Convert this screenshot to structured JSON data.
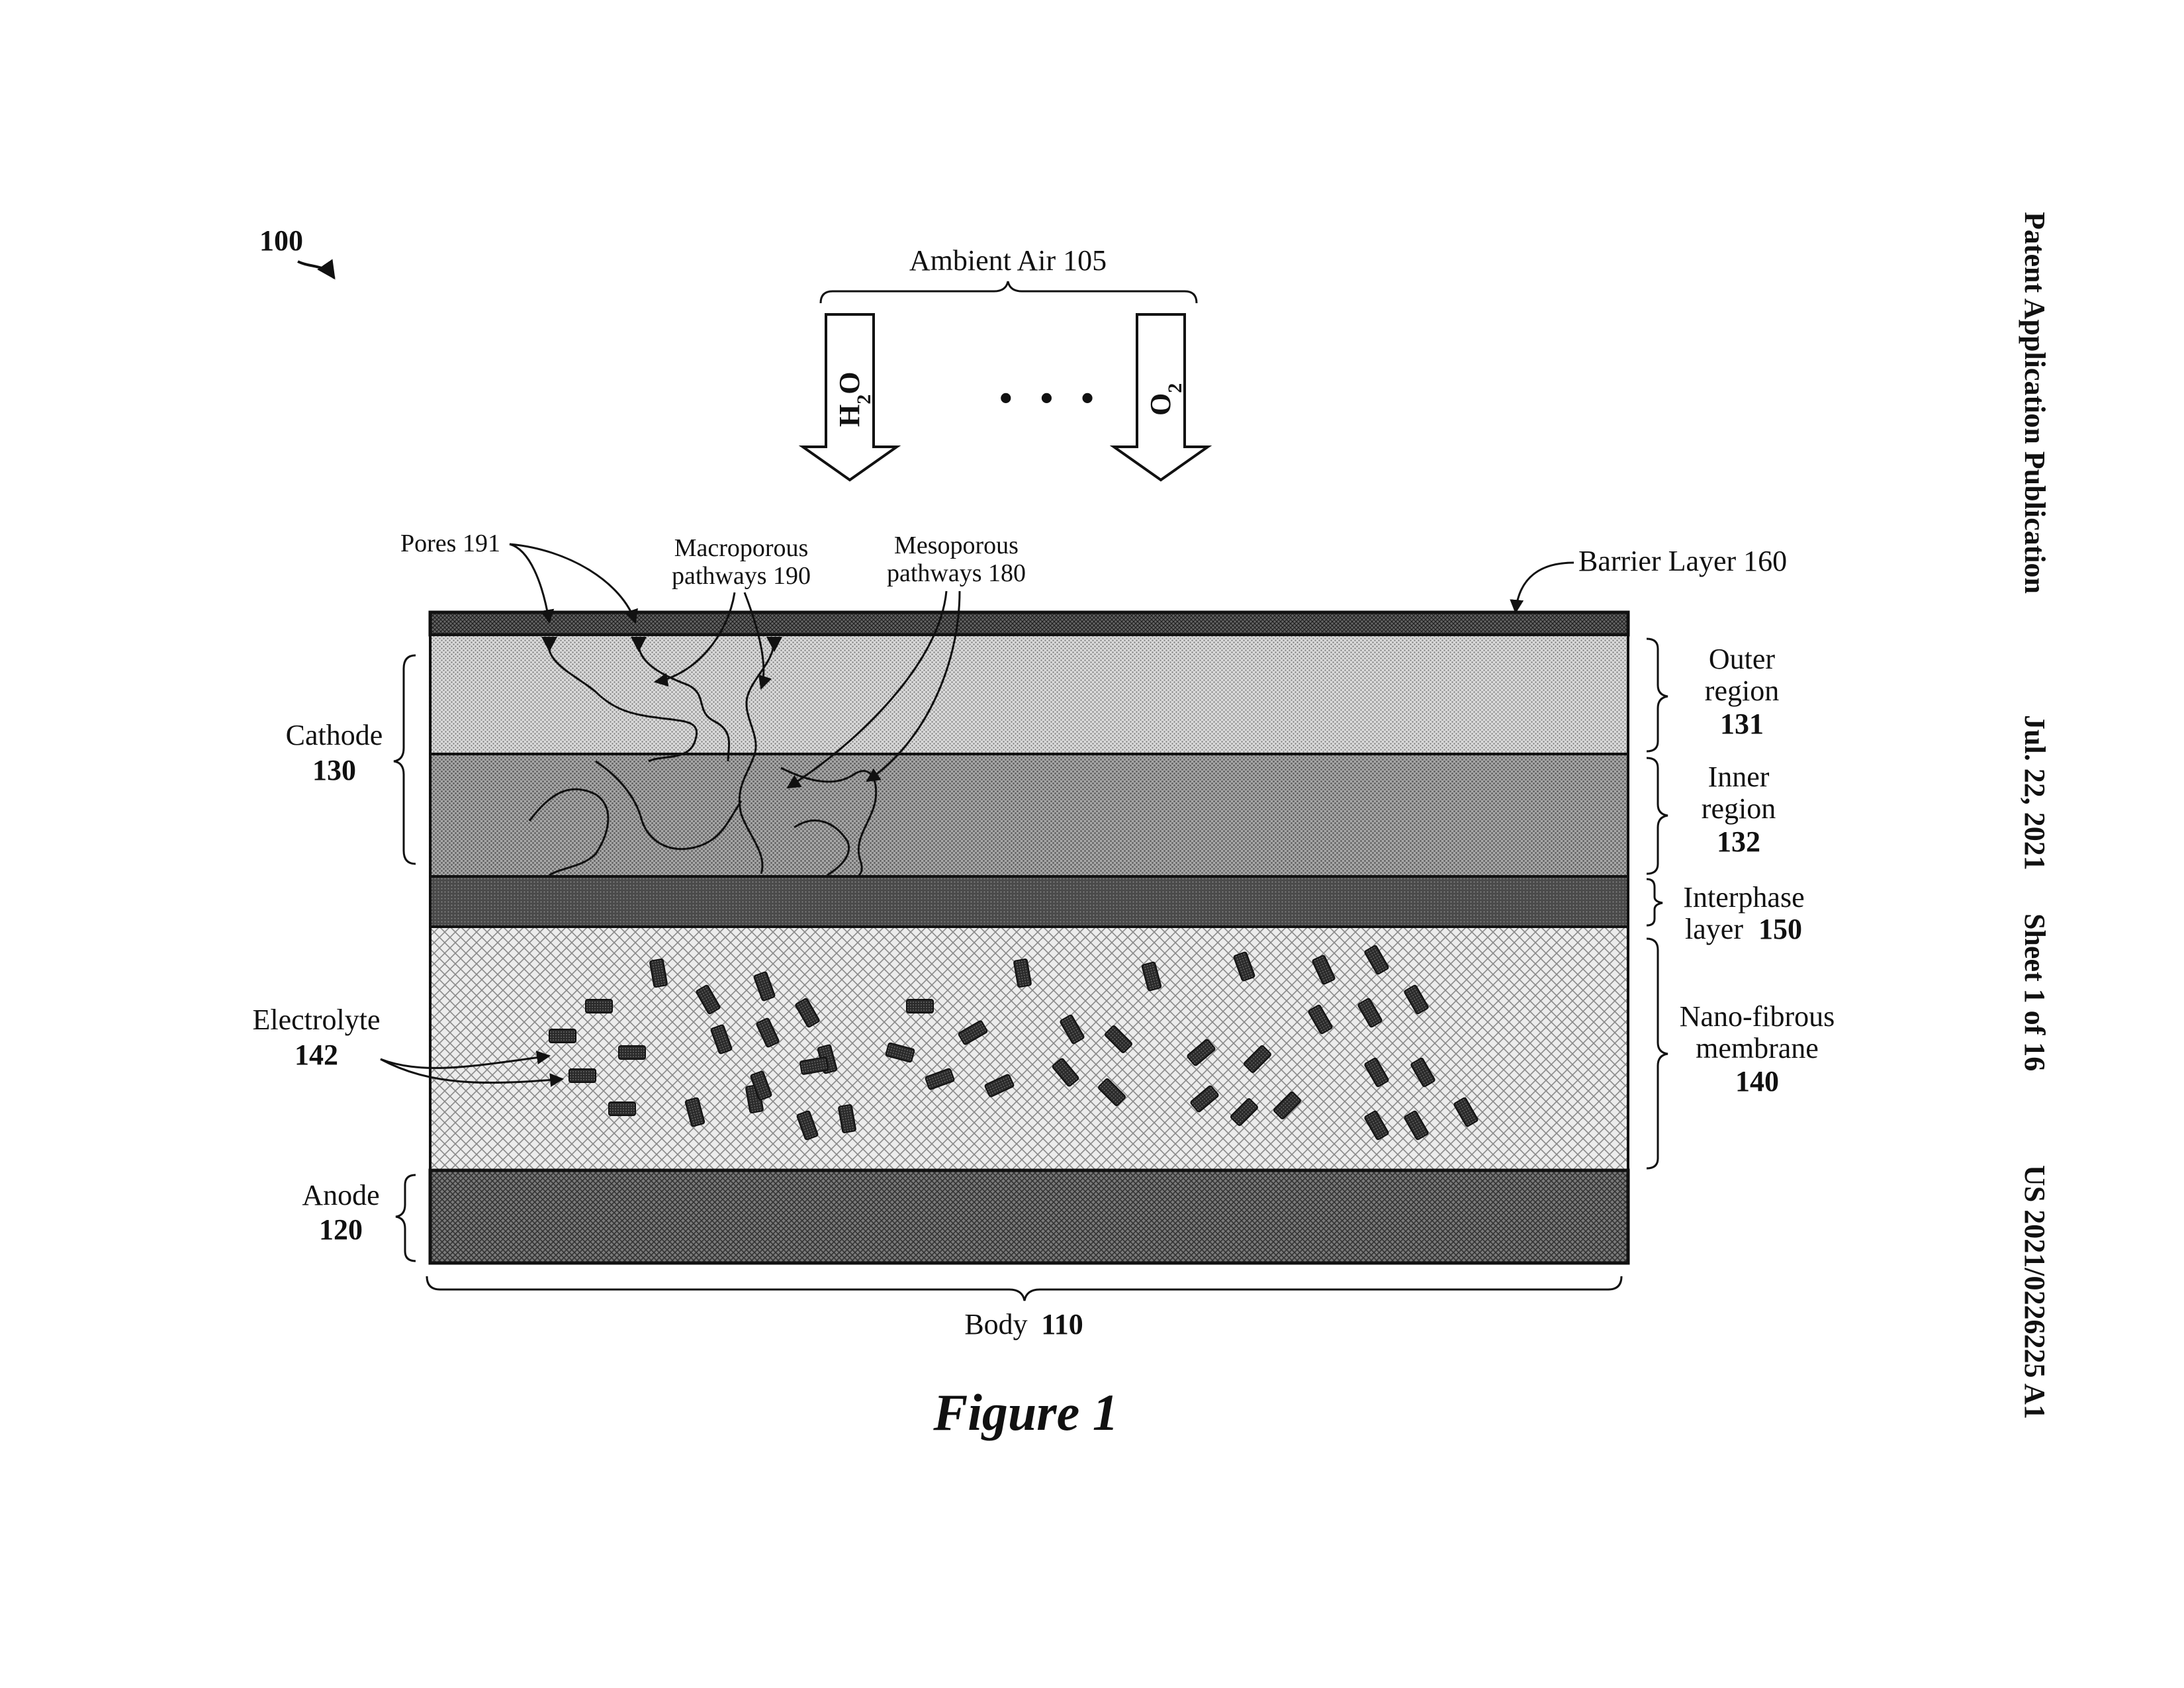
{
  "header": {
    "publication": "Patent Application Publication",
    "date": "Jul. 22, 2021",
    "sheet": "Sheet 1 of 16",
    "number": "US 2021/0226225 A1"
  },
  "figure": {
    "ref": "100",
    "caption": "Figure 1"
  },
  "ambient": {
    "label": "Ambient Air 105",
    "arrow_left": "H2O",
    "arrow_right": "O2",
    "ellipsis": "• • •"
  },
  "callouts": {
    "pores": "Pores 191",
    "macro_line1": "Macroporous",
    "macro_line2": "pathways 190",
    "meso_line1": "Mesoporous",
    "meso_line2": "pathways 180",
    "barrier": "Barrier Layer 160"
  },
  "left_labels": {
    "cathode_name": "Cathode",
    "cathode_num": "130",
    "electrolyte_name": "Electrolyte",
    "electrolyte_num": "142",
    "anode_name": "Anode",
    "anode_num": "120"
  },
  "right_labels": {
    "outer_l1": "Outer",
    "outer_l2": "region",
    "outer_num": "131",
    "inner_l1": "Inner",
    "inner_l2": "region",
    "inner_num": "132",
    "interphase_l1": "Interphase",
    "interphase_l2": "layer",
    "interphase_num": "150",
    "membrane_l1": "Nano-fibrous",
    "membrane_l2": "membrane",
    "membrane_num": "140"
  },
  "bottom": {
    "body_name": "Body",
    "body_num": "110"
  },
  "colors": {
    "ink": "#111111",
    "outer_region": "#cfcfcf",
    "inner_region": "#9a9a9a",
    "interphase": "#5a5a5a",
    "membrane_bg": "#e2e2e2",
    "anode": "#6a6a6a",
    "barrier": "#555555",
    "particle": "#2a2a2a"
  }
}
